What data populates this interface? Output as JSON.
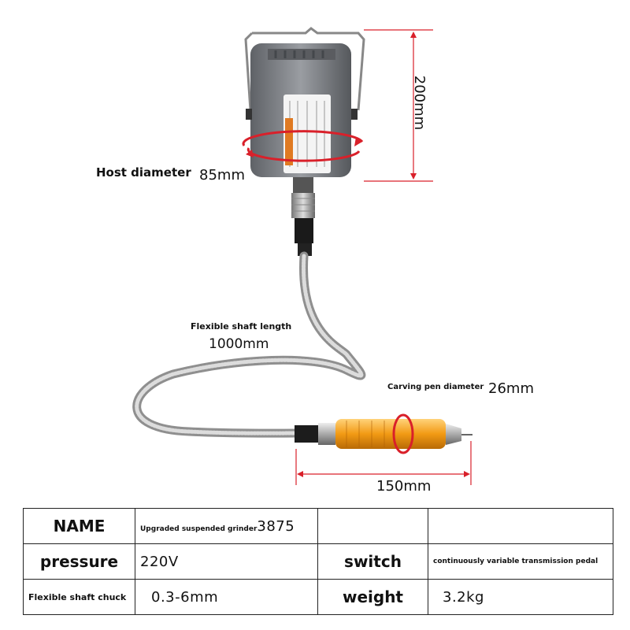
{
  "annotations": {
    "height": "200mm",
    "host_diameter_label": "Host diameter",
    "host_diameter_value": "85mm",
    "shaft_length_label": "Flexible shaft length",
    "shaft_length_value": "1000mm",
    "pen_diameter_label": "Carving pen diameter",
    "pen_diameter_value": "26mm",
    "pen_length": "150mm"
  },
  "specs": {
    "name_label": "NAME",
    "name_value": "Upgraded suspended grinder",
    "name_code": "3875",
    "pressure_label": "pressure",
    "pressure_value": "220V",
    "switch_label": "switch",
    "switch_value": "continuously variable transmission pedal",
    "chuck_label": "Flexible shaft chuck",
    "chuck_value": "0.3-6mm",
    "weight_label": "weight",
    "weight_value": "3.2kg"
  },
  "colors": {
    "dimension_red": "#d9202a",
    "motor_gray": "#7a7d82",
    "pen_orange": "#f0a020"
  }
}
